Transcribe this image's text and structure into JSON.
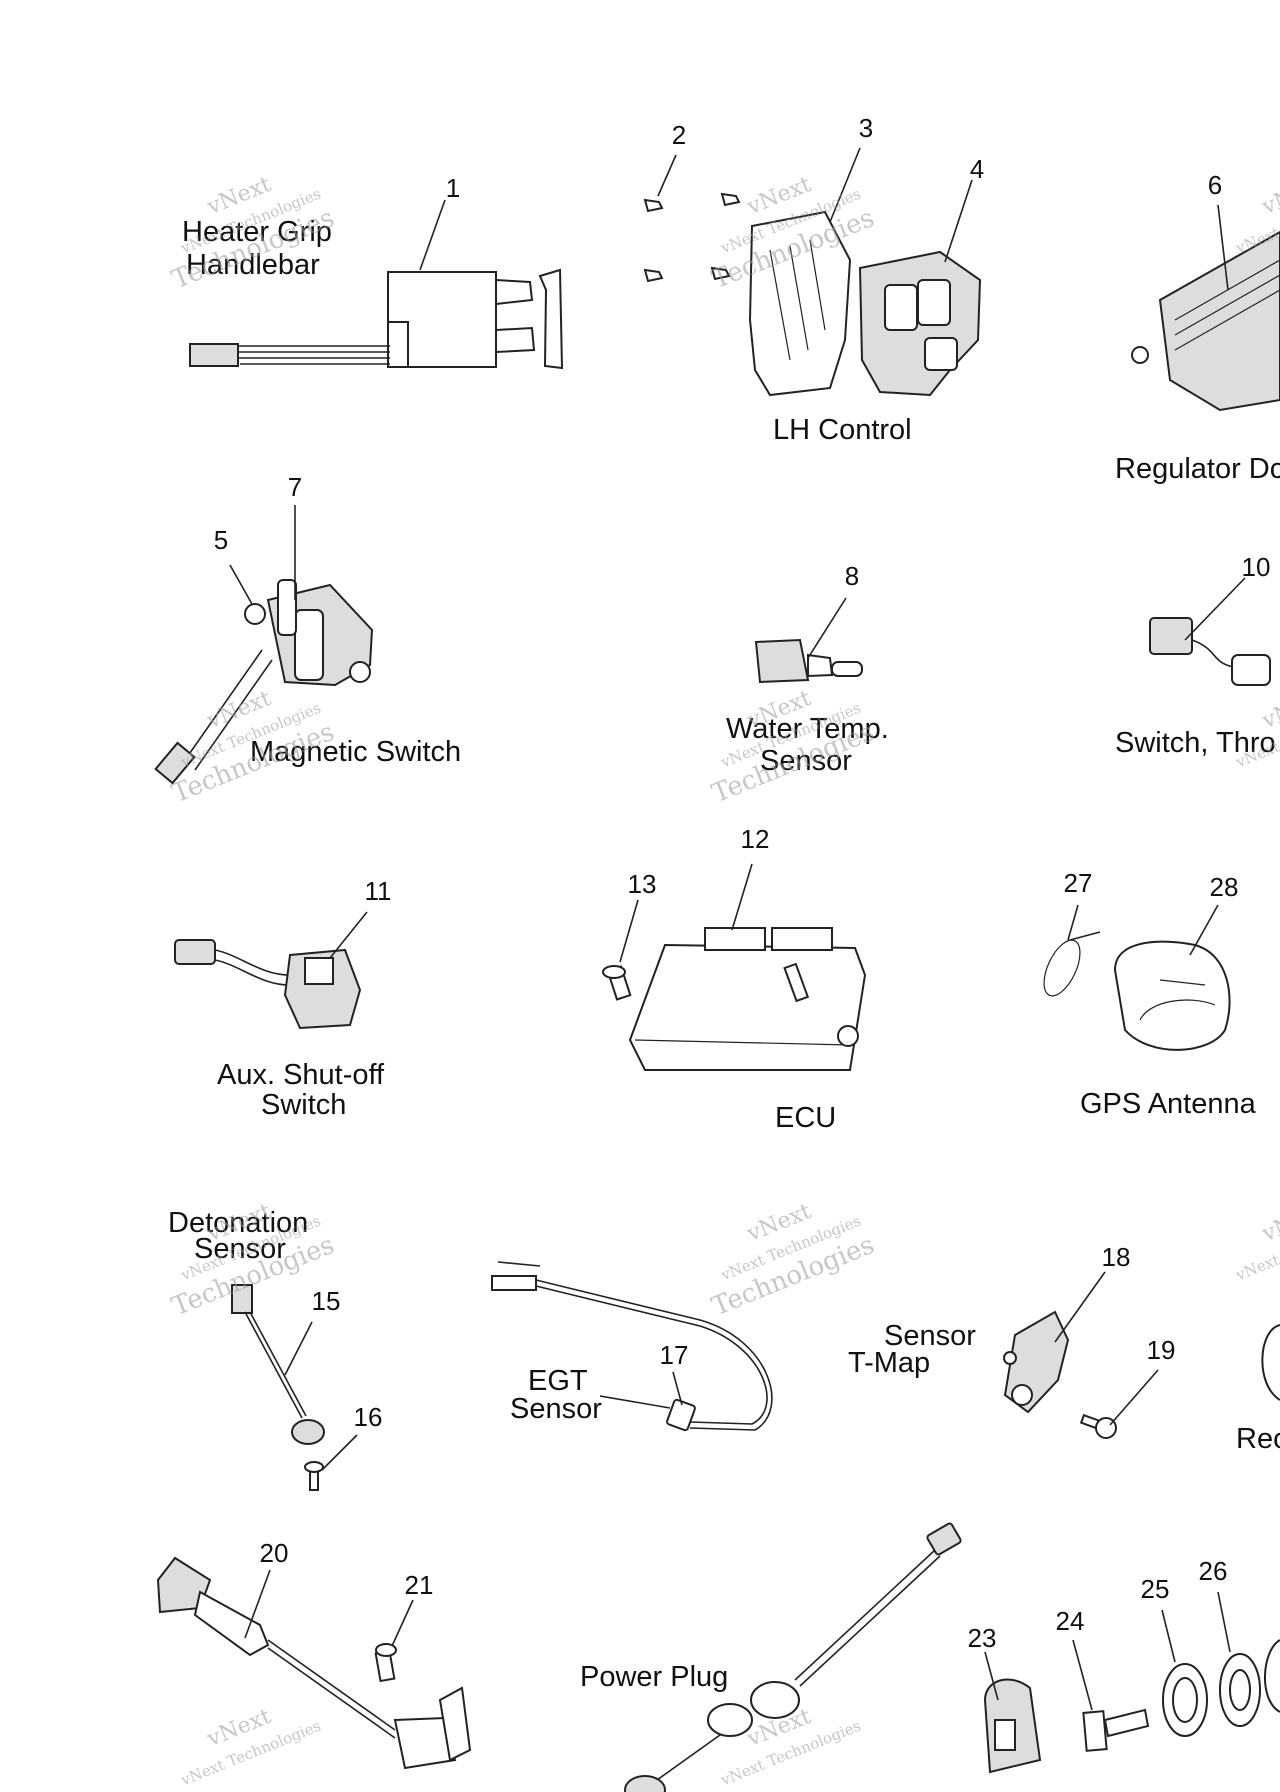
{
  "callouts": [
    "1",
    "2",
    "3",
    "4",
    "5",
    "6",
    "7",
    "8",
    "10",
    "11",
    "12",
    "13",
    "15",
    "16",
    "17",
    "18",
    "19",
    "20",
    "21",
    "23",
    "24",
    "25",
    "26",
    "27",
    "28"
  ],
  "captions": {
    "heater_grip_1": "Heater Grip",
    "heater_grip_2": "Handlebar",
    "lh_control": "LH Control",
    "regulator": "Regulator Dc",
    "magnetic_switch": "Magnetic Switch",
    "water_temp_1": "Water Temp.",
    "water_temp_2": "Sensor",
    "switch_throttle": "Switch, Thro",
    "aux_shutoff_1": "Aux. Shut-off",
    "aux_shutoff_2": "Switch",
    "ecu": "ECU",
    "gps_antenna": "GPS Antenna",
    "detonation_1": "Detonation",
    "detonation_2": "Sensor",
    "egt_1": "EGT",
    "egt_2": "Sensor",
    "tmap_1": "Sensor",
    "tmap_2": "T-Map",
    "rec_partial": "Rec",
    "power_plug": "Power Plug"
  },
  "watermark": {
    "line1": "vNext",
    "line2": "vNext Technologies",
    "line3": "Technologies"
  }
}
